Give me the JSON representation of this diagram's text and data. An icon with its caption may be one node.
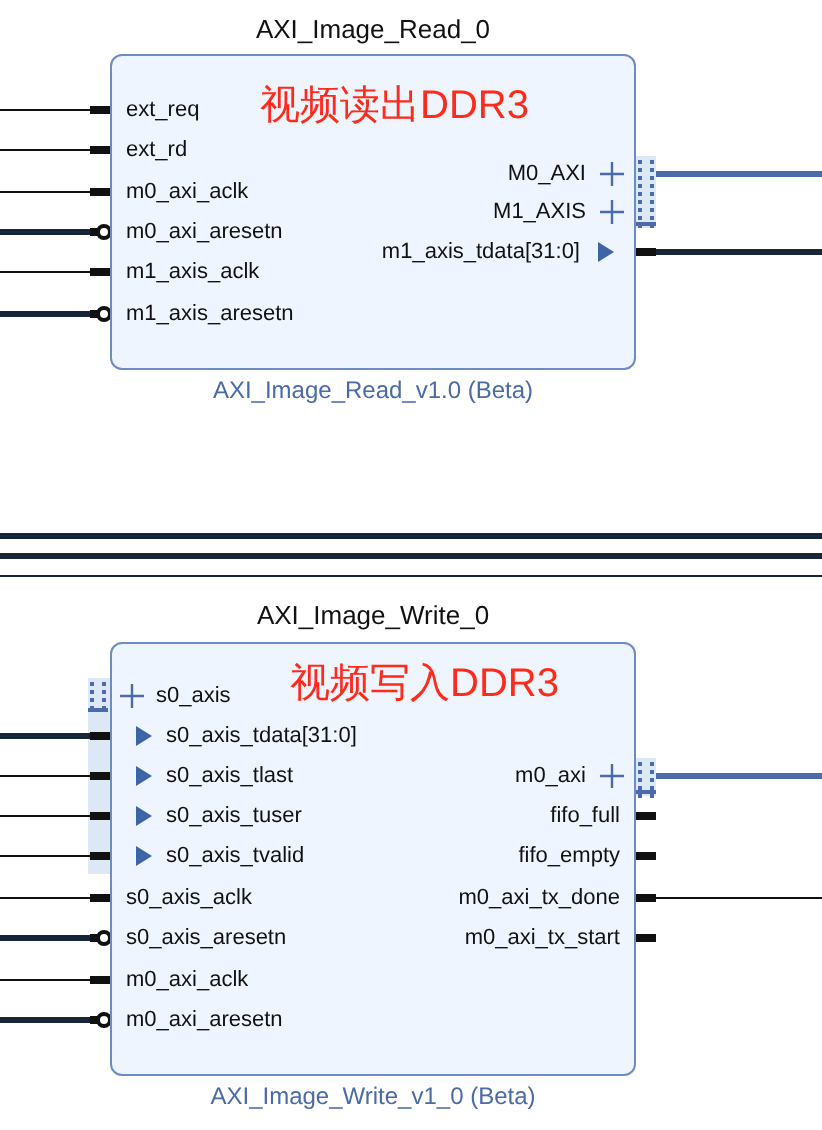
{
  "diagram": {
    "nodes": [
      {
        "text": [
          "AXI_Image_Read_0",
          "ext_req",
          "视频读出DDR3",
          "ext_rd",
          "m0_axi_aclk",
          "m0_axi_aresetn",
          "m1_axis_aclk",
          "m1_axis_aresetn",
          "M0_AXI",
          "M1_AXIS",
          "m1_axis_tdata[31:0]",
          "AXI_Image_Read_v1.0 (Beta)"
        ]
      },
      {
        "text": [
          "AXI_Image_Write_0",
          "s0_axis",
          "视频写入DDR3",
          "s0_axis_tdata[31:0]",
          "s0_axis_tlast",
          "s0_axis_tuser",
          "s0_axis_tvalid",
          "s0_axis_aclk",
          "s0_axis_aresetn",
          "m0_axi_aclk",
          "m0_axi_aresetn",
          "m0_axi",
          "fifo_full",
          "fifo_empty",
          "m0_axi_tx_done",
          "m0_axi_tx_start",
          "AXI_Image_Write_v1_0 (Beta)"
        ]
      }
    ],
    "edges": [
      {
        "from": null,
        "to": 0,
        "arrow": "other"
      },
      {
        "from": null,
        "to": 0,
        "arrow": "other"
      },
      {
        "from": null,
        "to": 0,
        "arrow": "other"
      },
      {
        "from": null,
        "to": 0,
        "arrow": "other",
        "style": "thick"
      },
      {
        "from": null,
        "to": 0,
        "arrow": "other"
      },
      {
        "from": null,
        "to": 0,
        "arrow": "other",
        "style": "thick"
      },
      {
        "from": 0,
        "to": null,
        "arrow": "other",
        "style": "thick",
        "color": "#4a6aa8"
      },
      {
        "from": 0,
        "to": null,
        "arrow": "other",
        "style": "thick"
      },
      {
        "from": null,
        "to": 1,
        "arrow": "other",
        "style": "thick"
      },
      {
        "from": null,
        "to": 1,
        "arrow": "other"
      },
      {
        "from": null,
        "to": 1,
        "arrow": "other"
      },
      {
        "from": null,
        "to": 1,
        "arrow": "other"
      },
      {
        "from": null,
        "to": 1,
        "arrow": "other"
      },
      {
        "from": null,
        "to": 1,
        "arrow": "other",
        "style": "thick"
      },
      {
        "from": null,
        "to": 1,
        "arrow": "other"
      },
      {
        "from": null,
        "to": 1,
        "arrow": "other",
        "style": "thick"
      },
      {
        "from": 1,
        "to": null,
        "arrow": "other",
        "style": "thick",
        "color": "#4a6aa8"
      },
      {
        "from": 1,
        "to": null,
        "arrow": "other"
      }
    ]
  }
}
